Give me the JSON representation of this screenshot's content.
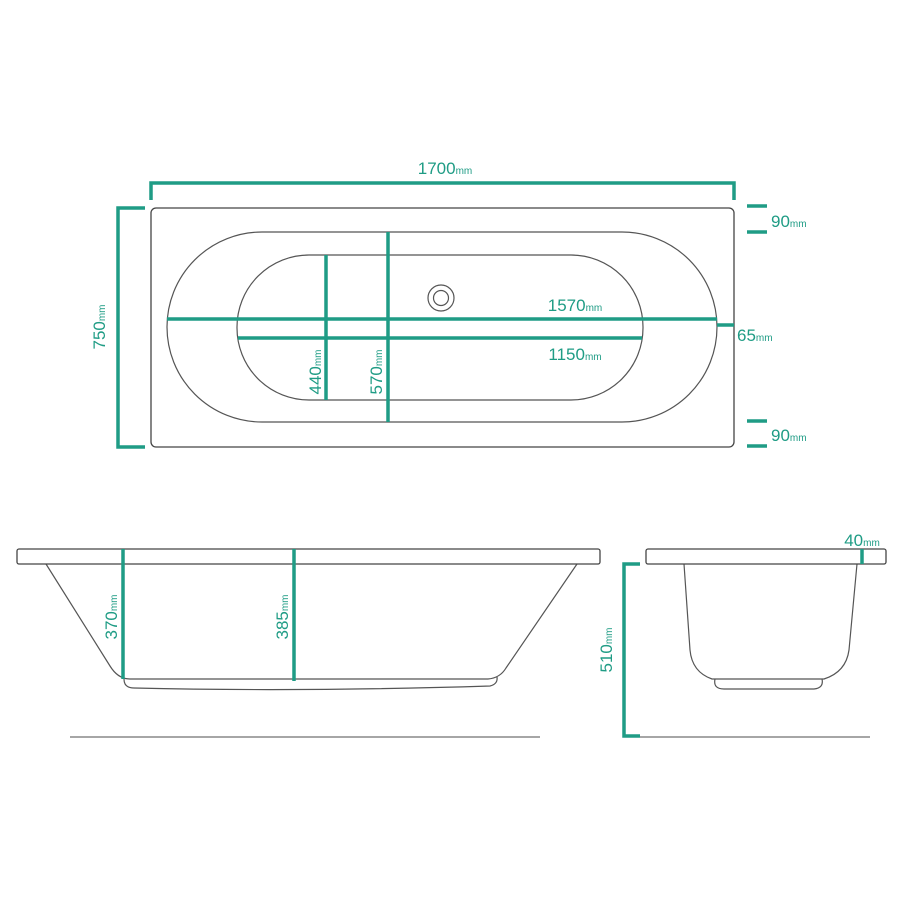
{
  "accent_color": "#1f9c85",
  "top_view": {
    "overall_length": {
      "value": "1700",
      "unit": "mm"
    },
    "overall_width": {
      "value": "750",
      "unit": "mm"
    },
    "outer_basin_length": {
      "value": "1570",
      "unit": "mm"
    },
    "inner_basin_length": {
      "value": "1150",
      "unit": "mm"
    },
    "inner_basin_width": {
      "value": "440",
      "unit": "mm"
    },
    "outer_basin_width": {
      "value": "570",
      "unit": "mm"
    },
    "end_rim": {
      "value": "65",
      "unit": "mm"
    },
    "top_rim": {
      "value": "90",
      "unit": "mm"
    },
    "bottom_rim": {
      "value": "90",
      "unit": "mm"
    }
  },
  "side_view": {
    "depth_end": {
      "value": "370",
      "unit": "mm"
    },
    "depth_center": {
      "value": "385",
      "unit": "mm"
    }
  },
  "end_view": {
    "rim_thickness": {
      "value": "40",
      "unit": "mm"
    },
    "overall_height": {
      "value": "510",
      "unit": "mm"
    }
  }
}
